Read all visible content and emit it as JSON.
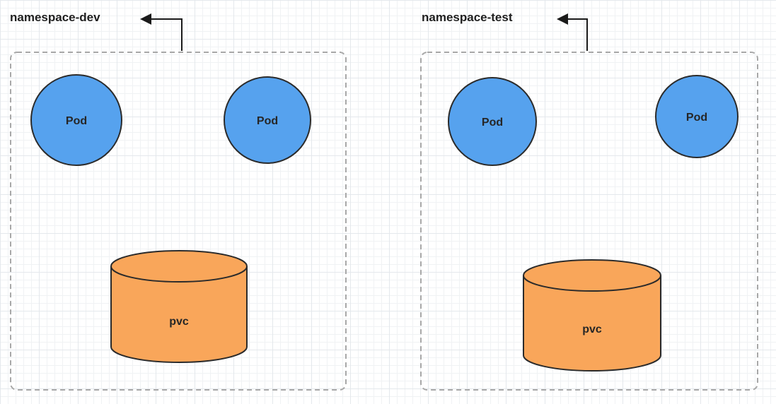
{
  "diagram": {
    "type": "kubernetes-namespace-diagram",
    "namespaces": [
      {
        "label": "namespace-dev",
        "pods": [
          {
            "label": "Pod"
          },
          {
            "label": "Pod"
          }
        ],
        "pvc": {
          "label": "pvc"
        }
      },
      {
        "label": "namespace-test",
        "pods": [
          {
            "label": "Pod"
          },
          {
            "label": "Pod"
          }
        ],
        "pvc": {
          "label": "pvc"
        }
      }
    ],
    "colors": {
      "pod_fill": "#56a2ee",
      "pvc_fill": "#f9a65a",
      "shape_stroke": "#2b2b2b",
      "namespace_border": "#a8a8a8",
      "arrow": "#1a1a1a",
      "grid_line": "#e4e8ec"
    }
  }
}
